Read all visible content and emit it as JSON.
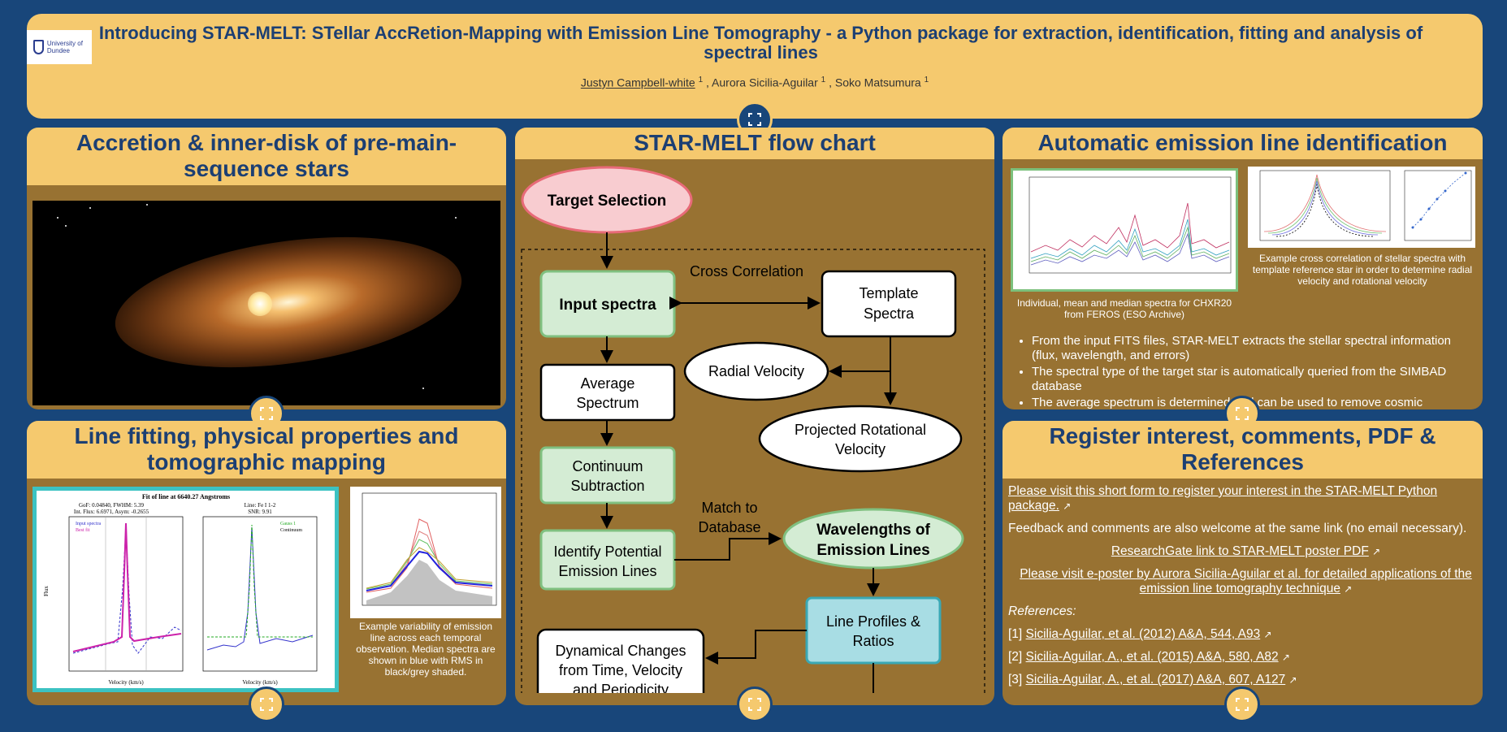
{
  "header": {
    "logo_text": "University of Dundee",
    "title": "Introducing STAR-MELT: STellar AccRetion-Mapping with Emission Line Tomography - a Python package for extraction, identification, fitting and analysis of spectral lines",
    "authors": [
      {
        "name": "Justyn Campbell-white",
        "sup": "1"
      },
      {
        "name": "Aurora Sicilia-Aguilar",
        "sup": "1"
      },
      {
        "name": "Soko Matsumura",
        "sup": "1"
      }
    ]
  },
  "panels": {
    "accretion": {
      "title": "Accretion & inner-disk of pre-main-sequence stars"
    },
    "line_fitting": {
      "title": "Line fitting, physical properties and tomographic mapping",
      "plot1": {
        "title": "Fit of line at 6640.27 Angstroms",
        "stats1": "GoF: 0.04840, FWHM: 5.39",
        "stats2": "Int. Flux: 6.6971, Asym: -0.2655",
        "right_title": "Line: Fe I 1-2",
        "right_snr": "SNR: 9.91",
        "legend_input": "Input spectra",
        "legend_fit": "Best fit",
        "legend_gauss": "Gauss 1",
        "legend_cont": "Continuum",
        "ylabel": "Flux",
        "xlabel": "Velocity (km/s)"
      },
      "caption": "Example variability of emission line across each temporal observation. Median spectra are shown in blue with RMS in black/grey shaded."
    },
    "flowchart": {
      "title": "STAR-MELT flow chart",
      "nodes": {
        "target": "Target Selection",
        "input": "Input spectra",
        "cross": "Cross Correlation",
        "template_1": "Template",
        "template_2": "Spectra",
        "radial": "Radial Velocity",
        "avg_1": "Average",
        "avg_2": "Spectrum",
        "proj_1": "Projected Rotational",
        "proj_2": "Velocity",
        "cont_1": "Continuum",
        "cont_2": "Subtraction",
        "match_1": "Match to",
        "match_2": "Database",
        "ident_1": "Identify Potential",
        "ident_2": "Emission Lines",
        "wave_1": "Wavelengths of",
        "wave_2": "Emission Lines",
        "prof_1": "Line Profiles &",
        "prof_2": "Ratios",
        "dyn_1": "Dynamical Changes",
        "dyn_2": "from Time, Velocity",
        "dyn_3": "and Periodicity"
      }
    },
    "emission": {
      "title": "Automatic emission line identification",
      "caption1": "Individual, mean and median spectra for CHXR20 from FEROS (ESO Archive)",
      "caption2": "Example cross correlation of stellar spectra with template reference star in order to determine radial velocity and rotational velocity",
      "bullets": [
        "From the input FITS files, STAR-MELT extracts the stellar spectral information (flux, wavelength, and errors)",
        "The spectral type of the target star is automatically queried from the SIMBAD database",
        "The average spectrum is determined and can be used to remove cosmic"
      ]
    },
    "register": {
      "title": "Register interest, comments, PDF & References",
      "link1": "Please visit this short form to register your interest in the STAR-MELT Python package.",
      "para1": "Feedback and comments are also welcome at the same link (no email necessary).",
      "link2": "ResearchGate link to STAR-MELT poster PDF",
      "link3": "Please visit e-poster by Aurora Sicilia-Aguilar et al. for detailed applications of the emission line tomography technique",
      "refs_label": "References:",
      "refs": [
        {
          "num": "[1]",
          "text": "Sicilia-Aguilar, et al. (2012) A&A, 544, A93"
        },
        {
          "num": "[2]",
          "text": "Sicilia-Aguilar, A., et al. (2015) A&A, 580, A82"
        },
        {
          "num": "[3]",
          "text": "Sicilia-Aguilar, A., et al. (2017) A&A, 607, A127"
        }
      ]
    }
  },
  "icons": {
    "expand": "expand-icon",
    "external": "external-link-icon"
  },
  "colors": {
    "background": "#18467a",
    "title_bar": "#f5c96e",
    "panel": "#987232",
    "title_text": "#1c3f73"
  }
}
